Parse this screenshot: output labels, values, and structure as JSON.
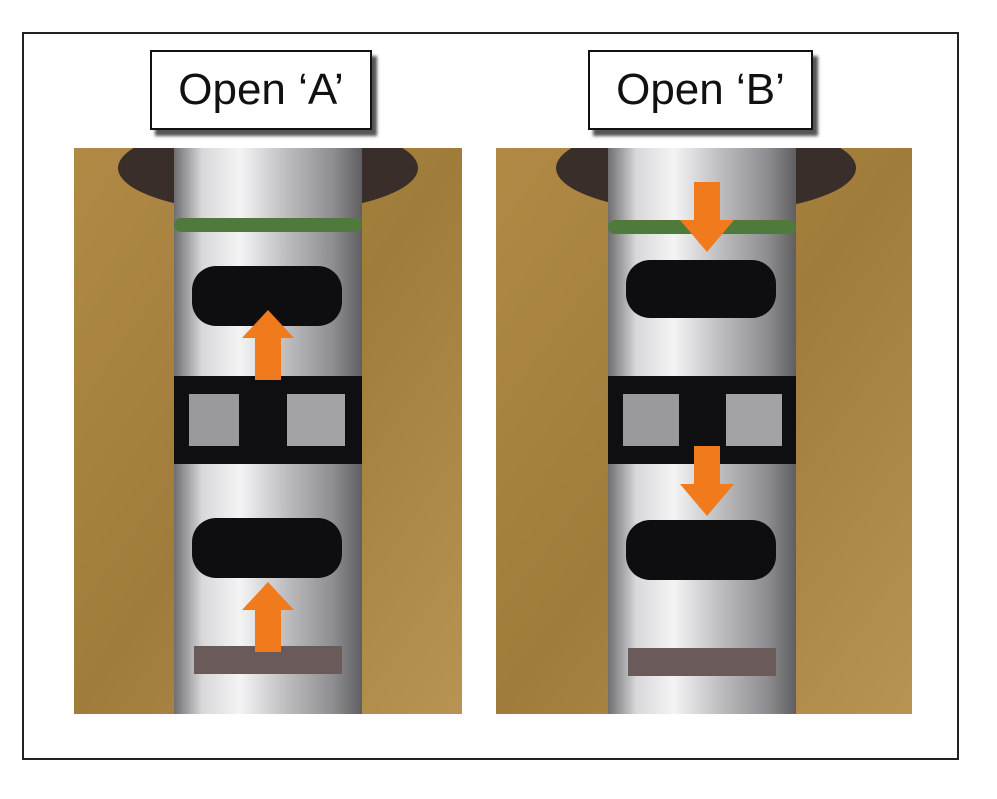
{
  "labels": {
    "left": "Open ‘A’",
    "right": "Open ‘B’"
  },
  "panels": [
    {
      "name": "Open A",
      "arrow_direction": "up",
      "arrow_color": "#f07a1c"
    },
    {
      "name": "Open B",
      "arrow_direction": "down",
      "arrow_color": "#f07a1c"
    }
  ],
  "colors": {
    "background_tan": "#a8843f",
    "metal": "#c9c9cb",
    "oring": "#4f7a3c",
    "arrow": "#f07a1c"
  }
}
